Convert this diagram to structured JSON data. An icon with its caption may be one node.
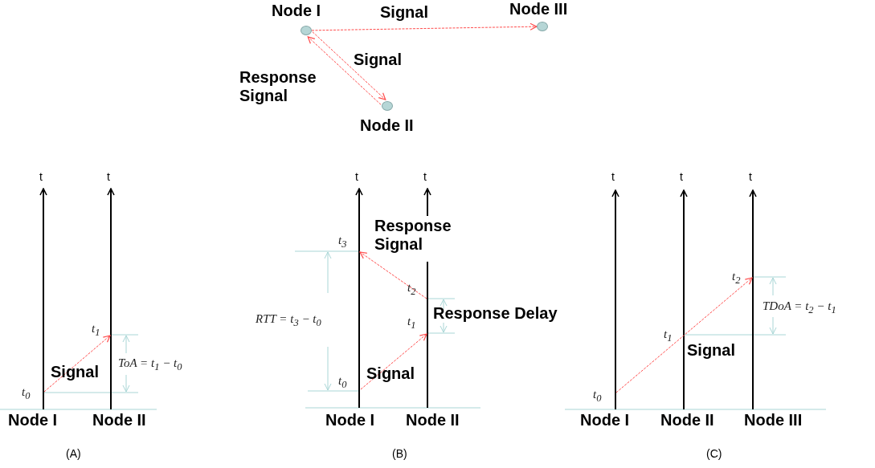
{
  "diagram": {
    "nodes": [
      {
        "text": [
          "Node I"
        ]
      },
      {
        "text": [
          "Node II"
        ]
      },
      {
        "text": [
          "Node III"
        ]
      }
    ],
    "edges": [
      {
        "from": 0,
        "to": 2,
        "arrow": "to",
        "label": "Signal",
        "style": "dashed"
      },
      {
        "from": 0,
        "to": 1,
        "arrow": "to",
        "label": "Signal",
        "style": "dashed"
      },
      {
        "from": 1,
        "to": 0,
        "arrow": "to",
        "label": "Response Signal",
        "style": "dashed"
      }
    ],
    "labels": [
      "t",
      "t",
      "t$_{1}$",
      "ToA = t$_{1}$ − t$_{0}$",
      "Signal",
      "t$_{0}$",
      "Node I",
      "Node II",
      "(A)",
      "t",
      "t",
      "Response Signal",
      "t$_{3}$",
      "t$_{2}$",
      "RTT = t$_{3}$ − t$_{0}$",
      "t$_{1}$",
      "Response Delay",
      "Signal",
      "t$_{0}$",
      "Node I",
      "Node II",
      "(B)",
      "t",
      "t",
      "t",
      "t$_{2}$",
      "TDoA = t$_{2}$ − t$_{1}$",
      "t$_{1}$",
      "Signal",
      "t$_{0}$",
      "Node I",
      "Node II",
      "Node III",
      "(C)"
    ]
  }
}
